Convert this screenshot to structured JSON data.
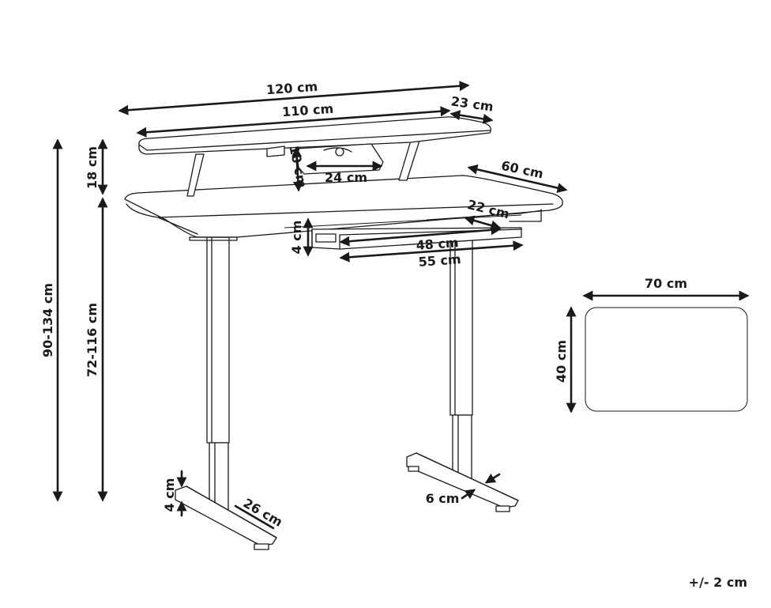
{
  "dimensions": {
    "top_width": "120 cm",
    "shelf_width": "110 cm",
    "shelf_depth": "23 cm",
    "shelf_height": "18 cm",
    "shelf_gap": "10 cm",
    "shelf_inner": "24 cm",
    "desk_depth": "60 cm",
    "drawer_depth": "22 cm",
    "drawer_height": "4 cm",
    "drawer_inner": "48 cm",
    "drawer_outer": "55 cm",
    "total_height": "90-134 cm",
    "desk_height": "72-116 cm",
    "foot_height": "4 cm",
    "foot_length": "26 cm",
    "foot_width": "6 cm",
    "mat_width": "70 cm",
    "mat_height": "40 cm",
    "tolerance": "+/- 2 cm"
  }
}
